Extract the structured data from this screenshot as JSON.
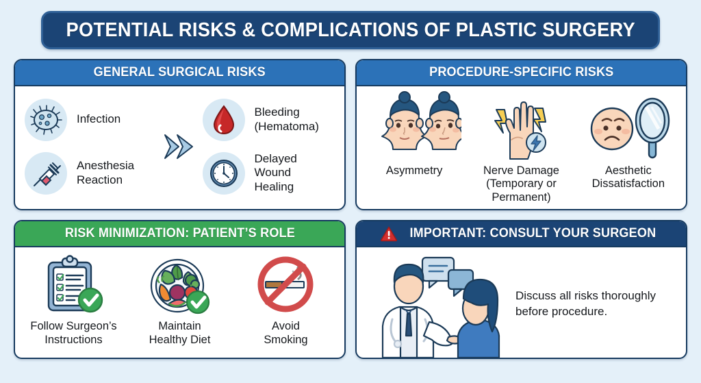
{
  "header": {
    "title": "POTENTIAL RISKS & COMPLICATIONS OF PLASTIC SURGERY"
  },
  "colors": {
    "page_background": "#e4f0f9",
    "title_bar": "#1b4475",
    "panel_border": "#163a5f",
    "header_blue": "#2c72b8",
    "header_green": "#3aa757",
    "header_navy": "#1b4475",
    "icon_circle": "#d8e9f4",
    "blood_red": "#c62828",
    "check_green": "#3aa757",
    "warning_red": "#d32f2f",
    "skin": "#f7d2b4",
    "hair_navy": "#1f4d7a"
  },
  "panels": {
    "general_risks": {
      "title": "GENERAL SURGICAL RISKS",
      "arrow_icon": "double-chevron-right-icon",
      "left_items": [
        {
          "label": "Infection",
          "icon": "bacteria-icon"
        },
        {
          "label": "Anesthesia\nReaction",
          "label_line1": "Anesthesia",
          "label_line2": "Reaction",
          "icon": "syringe-icon"
        }
      ],
      "right_items": [
        {
          "label_line1": "Bleeding",
          "label_line2": "(Hematoma)",
          "icon": "blood-drop-icon"
        },
        {
          "label_line1": "Delayed Wound",
          "label_line2": "Healing",
          "icon": "clock-icon"
        }
      ]
    },
    "procedure_risks": {
      "title": "PROCEDURE-SPECIFIC RISKS",
      "items": [
        {
          "caption_line1": "Asymmetry",
          "caption_line2": "",
          "caption_line3": "",
          "icon": "two-faces-icon"
        },
        {
          "caption_line1": "Nerve Damage",
          "caption_line2": "(Temporary or",
          "caption_line3": "Permanent)",
          "icon": "hand-lightning-icon"
        },
        {
          "caption_line1": "Aesthetic",
          "caption_line2": "Dissatisfaction",
          "caption_line3": "",
          "icon": "sad-face-mirror-icon"
        }
      ]
    },
    "risk_minimization": {
      "title": "RISK MINIMIZATION: PATIENT’S ROLE",
      "items": [
        {
          "caption_line1": "Follow Surgeon’s",
          "caption_line2": "Instructions",
          "icon": "clipboard-check-icon"
        },
        {
          "caption_line1": "Maintain",
          "caption_line2": "Healthy Diet",
          "icon": "healthy-plate-check-icon"
        },
        {
          "caption_line1": "Avoid",
          "caption_line2": "Smoking",
          "icon": "no-smoking-icon"
        }
      ]
    },
    "consult_surgeon": {
      "title": "IMPORTANT: CONSULT YOUR SURGEON",
      "warning_icon": "warning-triangle-icon",
      "illustration_icon": "doctor-patient-conversation-icon",
      "text_line1": "Discuss all risks thoroughly",
      "text_line2": "before procedure."
    }
  }
}
